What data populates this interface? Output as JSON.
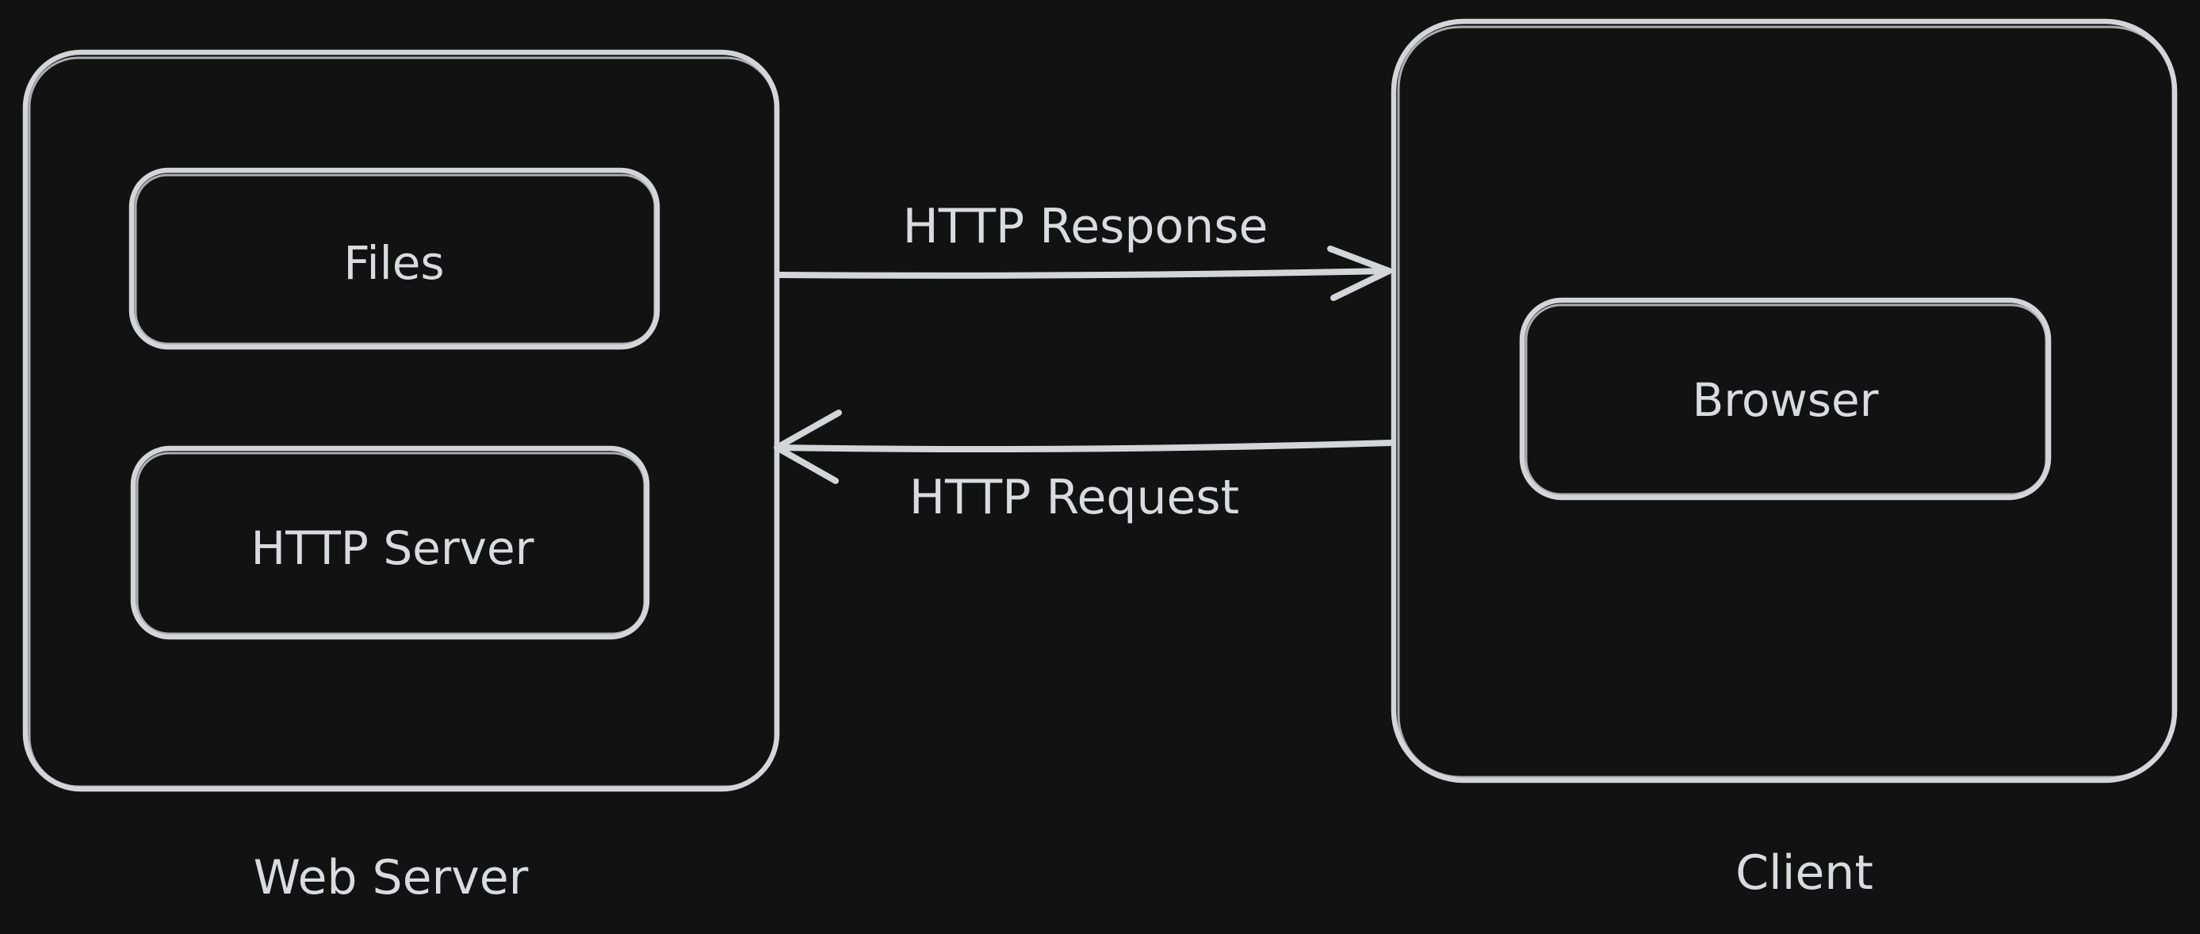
{
  "theme": {
    "background": "#121212",
    "stroke": "#d4d5d9",
    "text": "#dadbde"
  },
  "diagram": {
    "nodes": {
      "web_server": {
        "label": "Web Server",
        "type": "container"
      },
      "files": {
        "label": "Files"
      },
      "http_server": {
        "label": "HTTP Server"
      },
      "client": {
        "label": "Client",
        "type": "container"
      },
      "browser": {
        "label": "Browser"
      }
    },
    "arrows": {
      "http_response": {
        "label": "HTTP Response",
        "from": "Web Server",
        "to": "Client",
        "direction": "right"
      },
      "http_request": {
        "label": "HTTP Request",
        "from": "Client",
        "to": "Web Server",
        "direction": "left"
      }
    }
  }
}
